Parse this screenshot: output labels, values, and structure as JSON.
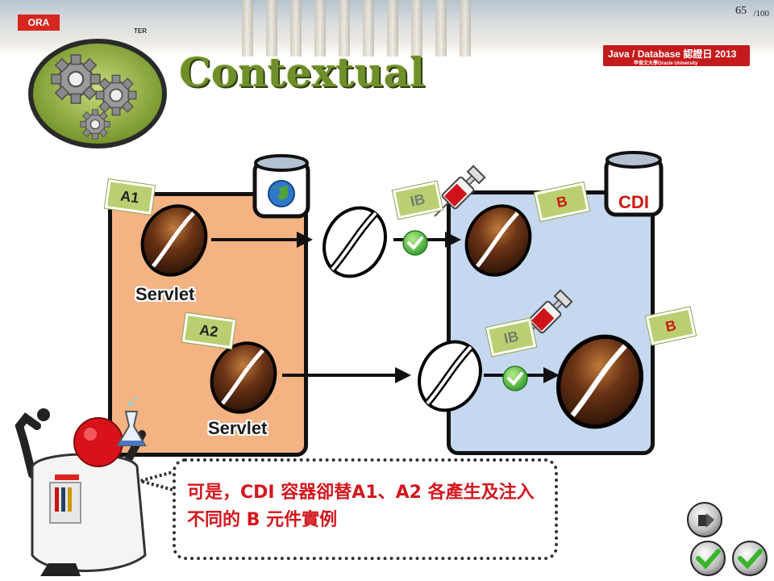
{
  "header": {
    "oracle_logo": "ORA",
    "banner_sub": "TER",
    "page_number": "65",
    "page_total": "/100",
    "event_title": "Java / Database 認證日 2013",
    "event_sub": "甲骨文大學Oracle University"
  },
  "slide": {
    "title": "Contextual"
  },
  "diagram": {
    "left_tags": [
      "A1",
      "A2"
    ],
    "right_tags": [
      "B",
      "B"
    ],
    "inject_tags": [
      "IB",
      "IB"
    ],
    "servlet_labels": [
      "Servlet",
      "Servlet"
    ],
    "container_cdi": "CDI"
  },
  "callout": {
    "text": "可是，CDI 容器卻替A1、A2 各產生及注入不同的 B 元件實例"
  },
  "colors": {
    "title_green": "#6f8f2a",
    "left_panel": "#f4b383",
    "right_panel": "#c5d8ef",
    "tag_green": "#b9cf71",
    "callout_red": "#d2181e",
    "brand_red": "#c51a1b"
  },
  "icons": [
    "gear-emblem",
    "globe-jar-icon",
    "cdi-jar-icon",
    "coffee-bean-icon",
    "hollow-bean-icon",
    "syringe-icon",
    "checkmark-icon",
    "mascot-icon",
    "flask-icon",
    "nav-home-icon",
    "nav-check-icon"
  ]
}
